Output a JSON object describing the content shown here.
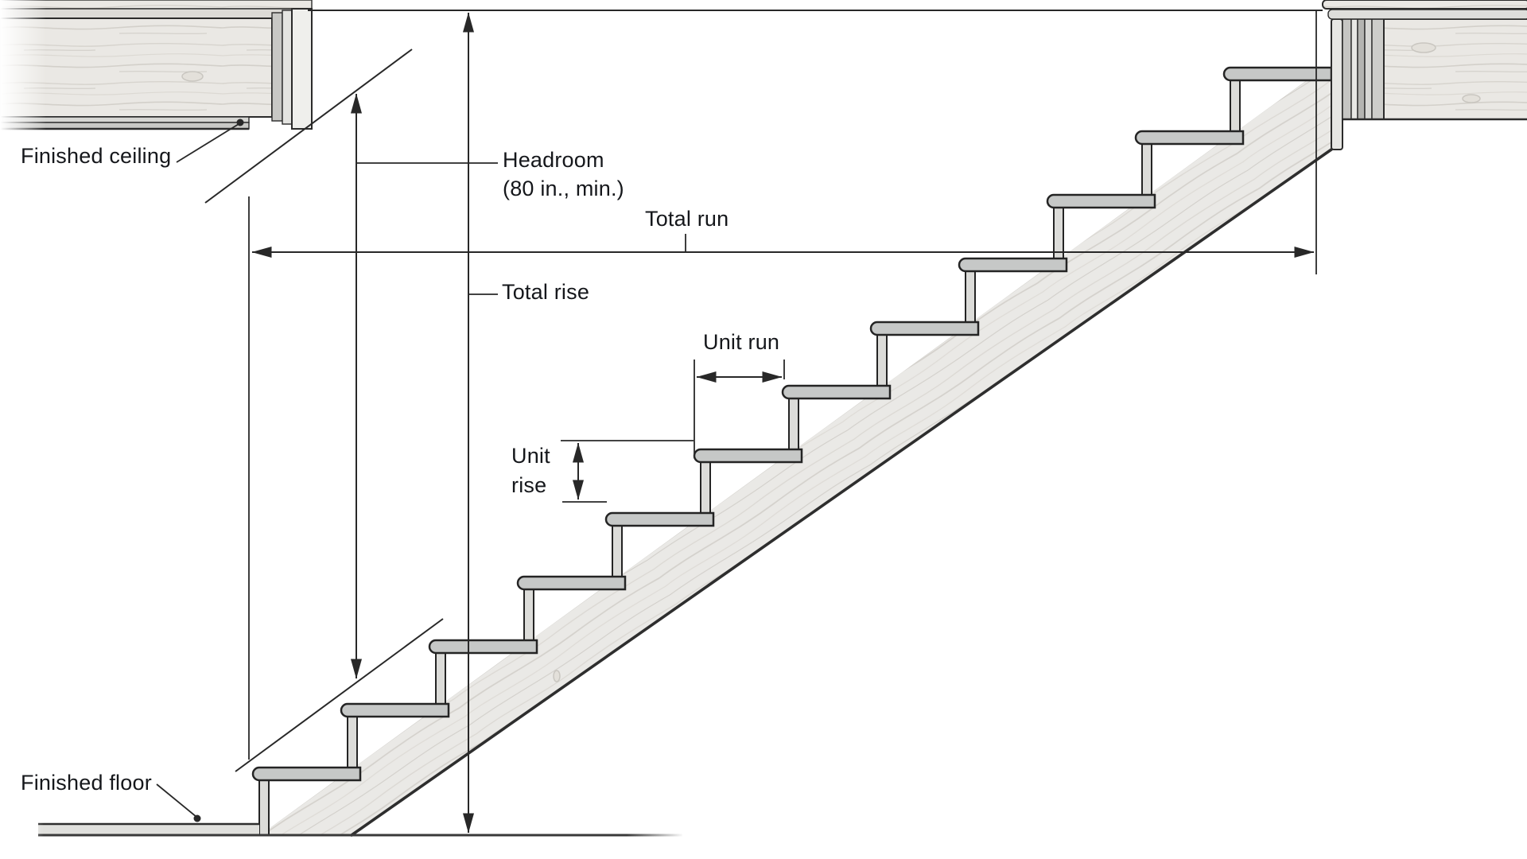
{
  "figure": {
    "kind": "stair-section-diagram",
    "steps_depicted": 12,
    "headroom_minimum": "80 in., min."
  },
  "labels": {
    "finished_ceiling": "Finished ceiling",
    "headroom": "Headroom",
    "headroom_min": "(80 in., min.)",
    "total_run": "Total run",
    "total_rise": "Total rise",
    "unit_run": "Unit run",
    "unit_rise_line1": "Unit",
    "unit_rise_line2": "rise",
    "finished_floor": "Finished floor"
  },
  "colors": {
    "background": "#ffffff",
    "ink": "#282828",
    "label_text": "#15171b",
    "tread_fill": "#c6c8c7",
    "riser_fill": "#dcdcd9",
    "stringer_fill": "#eae9e6",
    "wood_fill": "#eae8e4"
  }
}
